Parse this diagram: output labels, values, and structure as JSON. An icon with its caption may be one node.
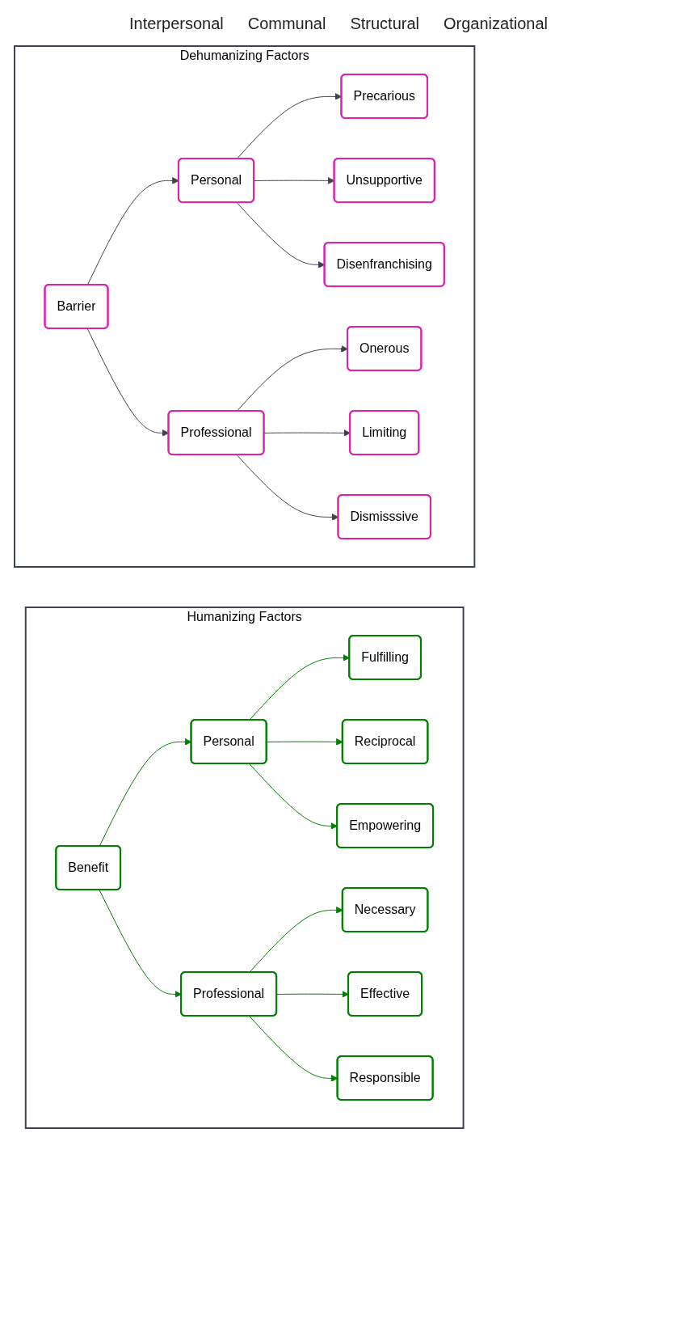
{
  "diagram": {
    "nodes": [
      {
        "text": [
          "Humanizing Factors"
        ]
      },
      {
        "text": [
          "Benefit"
        ],
        "in": 0
      },
      {
        "text": [
          "Personal"
        ],
        "in": 0
      },
      {
        "text": [
          "Professional"
        ],
        "in": 0
      },
      {
        "text": [
          "Fulfilling"
        ],
        "in": 0
      },
      {
        "text": [
          "Reciprocal"
        ],
        "in": 0
      },
      {
        "text": [
          "Empowering"
        ],
        "in": 0
      },
      {
        "text": [
          "Necessary"
        ],
        "in": 0
      },
      {
        "text": [
          "Effective"
        ],
        "in": 0
      },
      {
        "text": [
          "Responsible"
        ],
        "in": 0
      },
      {
        "text": [
          "Dehumanizing Factors"
        ]
      },
      {
        "text": [
          "Barrier"
        ],
        "in": 10
      },
      {
        "text": [
          "Personal"
        ],
        "in": 10
      },
      {
        "text": [
          "Professional"
        ],
        "in": 10
      },
      {
        "text": [
          "Precarious"
        ],
        "in": 10
      },
      {
        "text": [
          "Unsupportive"
        ],
        "in": 10
      },
      {
        "text": [
          "Disenfranchising"
        ],
        "in": 10
      },
      {
        "text": [
          "Onerous"
        ],
        "in": 10
      },
      {
        "text": [
          "Limiting"
        ],
        "in": 10
      },
      {
        "text": [
          "Dismisssive"
        ],
        "in": 10
      }
    ],
    "edges": [
      {
        "from": 1,
        "to": 2,
        "arrow": "to",
        "color": "#008000"
      },
      {
        "from": 1,
        "to": 3,
        "arrow": "to",
        "color": "#008000"
      },
      {
        "from": 2,
        "to": 4,
        "arrow": "to",
        "color": "#008000"
      },
      {
        "from": 2,
        "to": 5,
        "arrow": "to",
        "color": "#008000"
      },
      {
        "from": 2,
        "to": 6,
        "arrow": "to",
        "color": "#008000"
      },
      {
        "from": 3,
        "to": 7,
        "arrow": "to",
        "color": "#008000"
      },
      {
        "from": 3,
        "to": 8,
        "arrow": "to",
        "color": "#008000"
      },
      {
        "from": 3,
        "to": 9,
        "arrow": "to",
        "color": "#008000"
      },
      {
        "from": 11,
        "to": 12,
        "arrow": "to",
        "color": "#3d4450"
      },
      {
        "from": 11,
        "to": 13,
        "arrow": "to",
        "color": "#3d4450"
      },
      {
        "from": 12,
        "to": 14,
        "arrow": "to",
        "color": "#3d4450"
      },
      {
        "from": 12,
        "to": 15,
        "arrow": "to",
        "color": "#3d4450"
      },
      {
        "from": 12,
        "to": 16,
        "arrow": "to",
        "color": "#3d4450"
      },
      {
        "from": 13,
        "to": 17,
        "arrow": "to",
        "color": "#3d4450"
      },
      {
        "from": 13,
        "to": 18,
        "arrow": "to",
        "color": "#3d4450"
      },
      {
        "from": 13,
        "to": 19,
        "arrow": "to",
        "color": "#3d4450"
      }
    ],
    "labels": [
      "Interpersonal",
      "Communal",
      "Structural",
      "Organizational"
    ]
  }
}
